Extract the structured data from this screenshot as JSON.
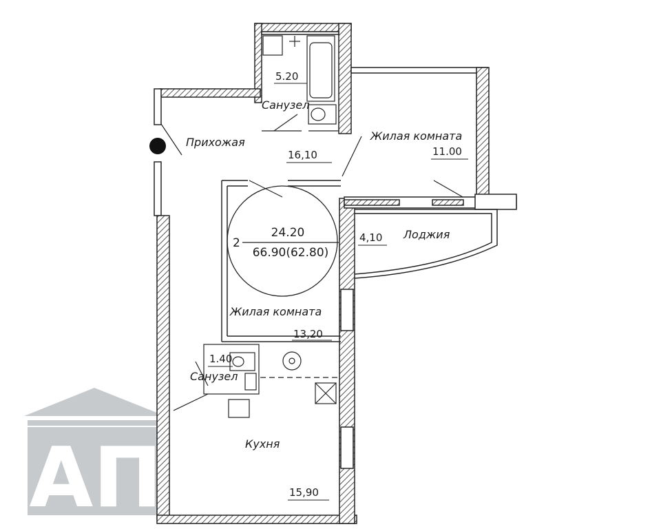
{
  "watermark": {
    "text": "АП",
    "color": "#c7cacc"
  },
  "colors": {
    "wall": "#222222",
    "hatch": "#555555",
    "line": "#222222",
    "background": "#ffffff"
  },
  "rooms": {
    "bathroom_top": {
      "area": "5.20",
      "name": "Санузел"
    },
    "hallway": {
      "name": "Прихожая",
      "area": "16,10"
    },
    "living_room_1": {
      "name": "Жилая комната",
      "area": "11.00"
    },
    "loggia": {
      "name": "Лоджия",
      "area": "4,10"
    },
    "living_room_2": {
      "name": "Жилая комната",
      "area": "13,20"
    },
    "bathroom_small": {
      "area": "1.40",
      "name": "Санузел"
    },
    "kitchen": {
      "name": "Кухня",
      "area": "15,90"
    }
  },
  "summary": {
    "rooms_count": "2",
    "living_area": "24.20",
    "total_area": "66.90(62.80)"
  }
}
